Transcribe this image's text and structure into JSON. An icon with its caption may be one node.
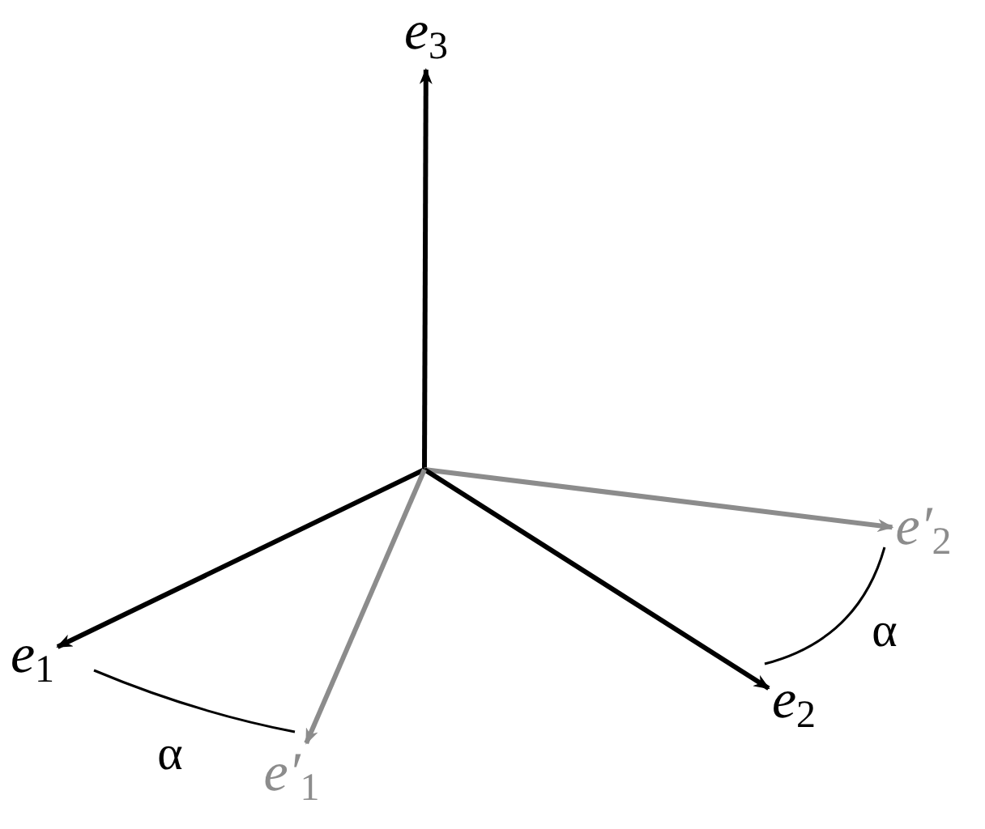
{
  "diagram": {
    "nodes": [
      {
        "text": [
          "*e*$_{3}$"
        ]
      },
      {
        "text": [
          "*e′*$_{2}$"
        ]
      },
      {
        "text": [
          "*e*$_{1}$"
        ]
      },
      {
        "text": [
          "*e*$_{2}$"
        ]
      },
      {
        "text": [
          "*e′*$_{1}$"
        ]
      }
    ],
    "edges": [
      {
        "from": null,
        "to": 0,
        "arrow": "to"
      },
      {
        "from": null,
        "to": 1,
        "arrow": "to",
        "color": "#8c8c8c"
      },
      {
        "from": null,
        "to": 2,
        "arrow": "to"
      },
      {
        "from": null,
        "to": 3,
        "arrow": "to"
      },
      {
        "from": null,
        "to": 4,
        "arrow": "to",
        "color": "#8c8c8c"
      }
    ],
    "labels": [
      "α",
      "α"
    ]
  }
}
